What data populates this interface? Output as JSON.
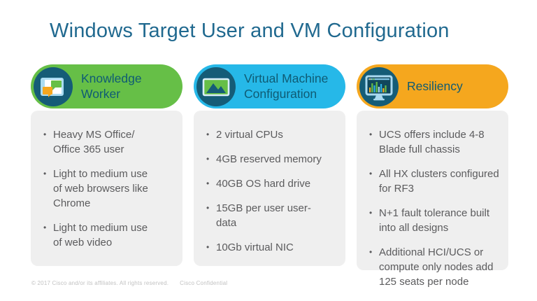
{
  "slide": {
    "title": "Windows Target User and VM Configuration"
  },
  "bullet_char": "•",
  "theme": {
    "title_color": "#20698f",
    "green": "#66bf47",
    "cyan": "#26b8e8",
    "orange": "#f5a71e",
    "icon_circle": "#155c77",
    "pill_text": "#0f5b74",
    "body_text": "#5b5b5d",
    "panel_bg": "#efefef",
    "footer_text": "#c2c2c2"
  },
  "columns": [
    {
      "header": {
        "label": "Knowledge\nWorker",
        "icon": "chat-tablet-icon",
        "color": "#66bf47"
      },
      "bullets": [
        "Heavy MS Office/\nOffice 365 user",
        "Light to medium use\nof web browsers like\nChrome",
        "Light to medium use\nof web video"
      ]
    },
    {
      "header": {
        "label": "Virtual Machine\nConfiguration",
        "icon": "vm-image-icon",
        "color": "#26b8e8"
      },
      "bullets": [
        "2 virtual CPUs",
        "4GB reserved memory",
        "40GB OS hard drive",
        "15GB per user user-\ndata",
        "10Gb virtual NIC"
      ]
    },
    {
      "header": {
        "label": "Resiliency",
        "icon": "monitor-chart-icon",
        "color": "#f5a71e"
      },
      "bullets": [
        "UCS offers include 4-8\nBlade full chassis",
        "All HX clusters configured\nfor RF3",
        "N+1 fault tolerance built\ninto all designs",
        "Additional HCI/UCS or\ncompute only nodes add\n125 seats per node"
      ]
    }
  ],
  "footer": {
    "copyright": "© 2017  Cisco and/or its affiliates. All rights reserved.",
    "confidential": "Cisco Confidential"
  }
}
